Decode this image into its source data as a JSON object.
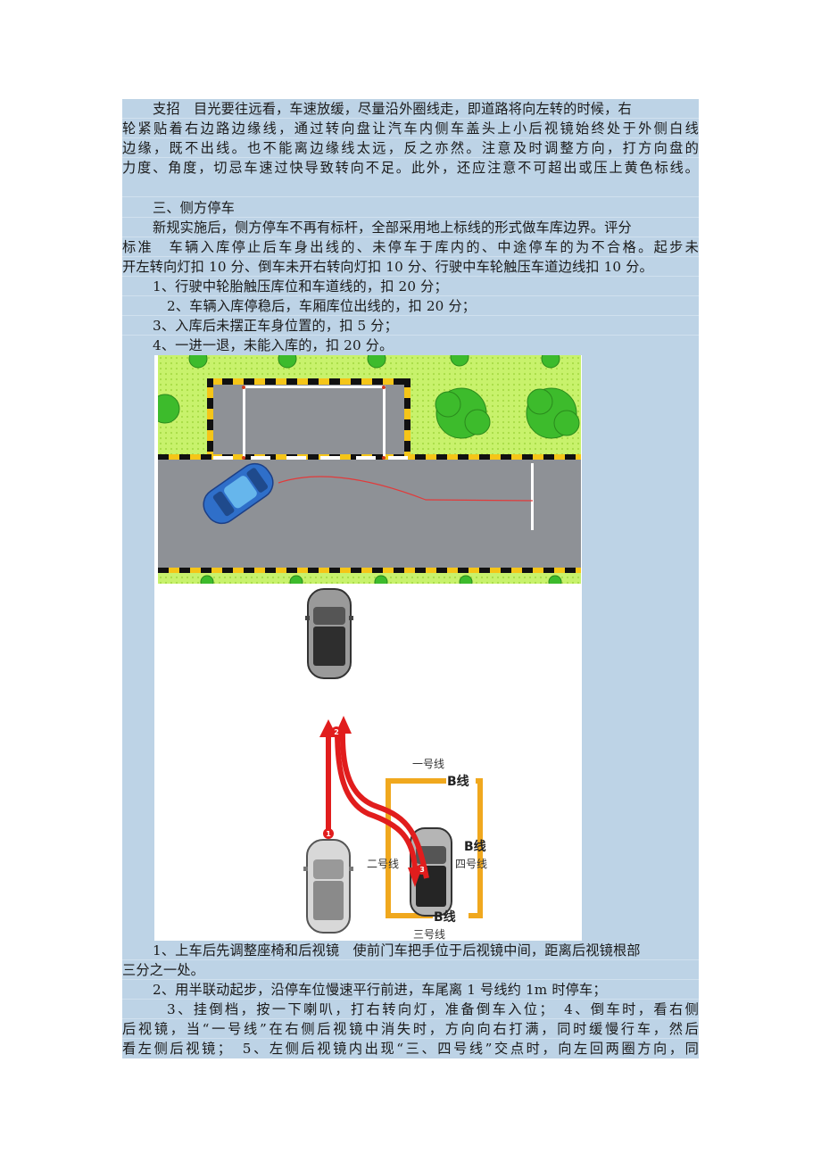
{
  "section_prev": {
    "paragraph_lines": [
      "支招　目光要往远看，车速放缓，尽量沿外圈线走，即道路将向左转的时候，右",
      "轮紧贴着右边路边缘线，通过转向盘让汽车内侧车盖头上小后视镜始终处于外侧白线",
      "边缘，既不出线。也不能离边缘线太远，反之亦然。注意及时调整方向，打方向盘的",
      "力度、角度，切忌车速过快导致转向不足。此外，还应注意不可超出或压上黄色标线。"
    ]
  },
  "section3": {
    "heading": "三、侧方停车",
    "intro_lines": [
      "新规实施后，侧方停车不再有标杆，全部采用地上标线的形式做车库边界。评分",
      "标准　车辆入库停止后车身出线的、未停车于库内的、中途停车的为不合格。起步未",
      "开左转向灯扣 10 分、倒车未开右转向灯扣 10 分、行驶中车轮触压车道边线扣 10 分。"
    ],
    "deductions": [
      "1、行驶中轮胎触压库位和车道线的，扣 20 分；",
      "2、车辆入库停稳后，车厢库位出线的，扣 20 分；",
      "3、入库后未摆正车身位置的，扣 5 分；",
      "4、一进一退，未能入库的，扣 20 分。"
    ]
  },
  "figure_parking": {
    "colors": {
      "grass": "#c6f06a",
      "road": "#8e9196",
      "curb_yellow": "#f5c518",
      "curb_black": "#111111",
      "car": "#2f6fc9",
      "path": "#e23a3a",
      "tree": "#3dbb2c"
    }
  },
  "figure_steps": {
    "step_markers": [
      "1",
      "2",
      "3"
    ],
    "labels": {
      "line1": "一号线",
      "line2": "二号线",
      "line3": "三号线",
      "line4": "四号线",
      "b_top": "B线",
      "b_right": "B线",
      "b_bottom": "B线"
    },
    "colors": {
      "arrow": "#e11d1d",
      "frame": "#f0a81e"
    }
  },
  "steps": {
    "lines": [
      "1、上车后先调整座椅和后视镜　使前门车把手位于后视镜中间，距离后视镜根部",
      "三分之一处。",
      "2、用半联动起步，沿停车位慢速平行前进，车尾离 1 号线约 1m 时停车；",
      "3、挂倒档，按一下喇叭，打右转向灯，准备倒车入位；　4、倒车时，看右侧",
      "后视镜，当“一号线”在右侧后视镜中消失时，方向向右打满，同时缓慢行车，然后",
      "看左侧后视镜；　5、左侧后视镜内出现“三、四号线”交点时，向左回两圈方向，同"
    ]
  }
}
